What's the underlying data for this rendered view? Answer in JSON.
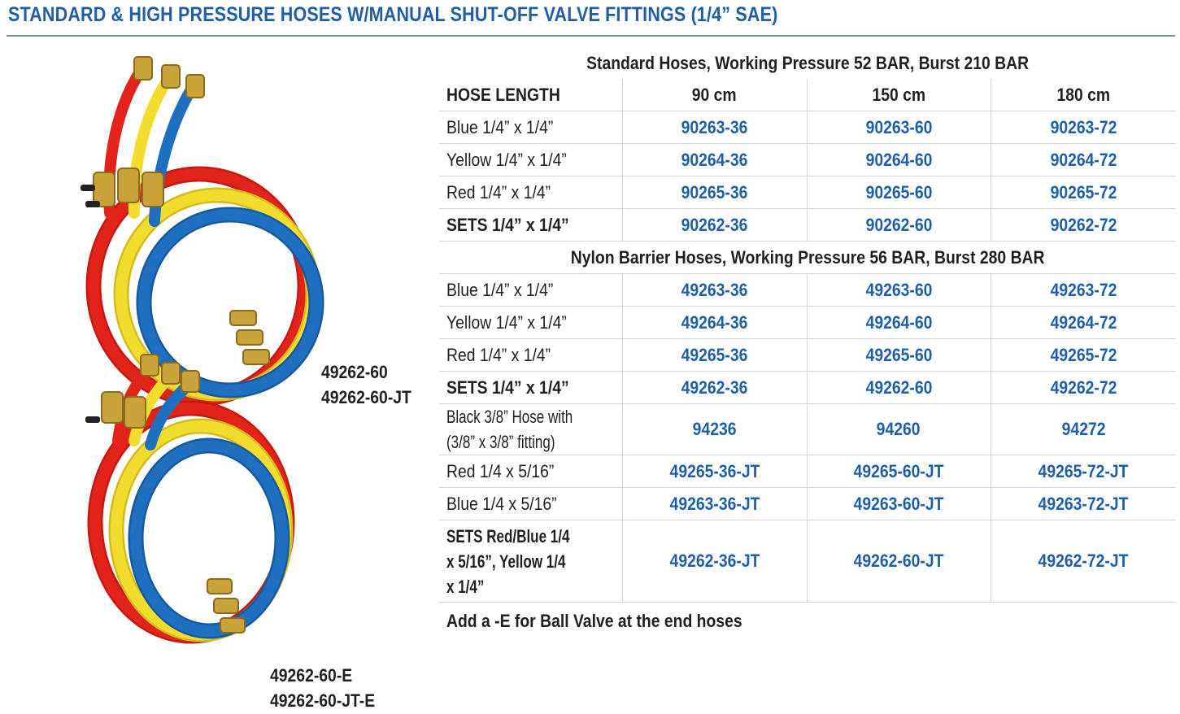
{
  "title": "STANDARD & HIGH PRESSURE HOSES W/MANUAL SHUT-OFF VALVE FITTINGS (1/4” SAE)",
  "image": {
    "upper_set_labels": [
      "49262-60",
      "49262-60-JT"
    ],
    "lower_set_labels": [
      "49262-60-E",
      "49262-60-JT-E"
    ],
    "colors": {
      "red": "#e2231a",
      "yellow": "#f2dc2e",
      "blue": "#1f6fc0",
      "brass": "#c9a23a"
    }
  },
  "table": {
    "standard_heading": "Standard Hoses, Working Pressure 52 BAR, Burst 210 BAR",
    "header": [
      "HOSE LENGTH",
      "90 cm",
      "150 cm",
      "180 cm"
    ],
    "standard_rows": [
      {
        "label": "Blue 1/4” x 1/4”",
        "values": [
          "90263-36",
          "90263-60",
          "90263-72"
        ]
      },
      {
        "label": "Yellow 1/4” x 1/4”",
        "values": [
          "90264-36",
          "90264-60",
          "90264-72"
        ]
      },
      {
        "label": "Red 1/4” x 1/4”",
        "values": [
          "90265-36",
          "90265-60",
          "90265-72"
        ]
      },
      {
        "label": "SETS 1/4” x 1/4”",
        "values": [
          "90262-36",
          "90262-60",
          "90262-72"
        ]
      }
    ],
    "nylon_heading": "Nylon Barrier Hoses, Working Pressure 56 BAR, Burst 280 BAR",
    "nylon_rows": [
      {
        "label": "Blue 1/4” x 1/4”",
        "values": [
          "49263-36",
          "49263-60",
          "49263-72"
        ]
      },
      {
        "label": "Yellow 1/4” x 1/4”",
        "values": [
          "49264-36",
          "49264-60",
          "49264-72"
        ]
      },
      {
        "label": "Red 1/4” x 1/4”",
        "values": [
          "49265-36",
          "49265-60",
          "49265-72"
        ]
      },
      {
        "label": "SETS 1/4” x 1/4”",
        "values": [
          "49262-36",
          "49262-60",
          "49262-72"
        ]
      },
      {
        "label_lines": [
          "Black 3/8” Hose with",
          "(3/8” x 3/8” fitting)"
        ],
        "values": [
          "94236",
          "94260",
          "94272"
        ]
      },
      {
        "label": "Red 1/4 x 5/16”",
        "values": [
          "49265-36-JT",
          "49265-60-JT",
          "49265-72-JT"
        ]
      },
      {
        "label": "Blue 1/4 x 5/16”",
        "values": [
          "49263-36-JT",
          "49263-60-JT",
          "49263-72-JT"
        ]
      },
      {
        "label_lines": [
          "SETS Red/Blue 1/4",
          "x 5/16”, Yellow 1/4",
          "x 1/4”"
        ],
        "values": [
          "49262-36-JT",
          "49262-60-JT",
          "49262-72-JT"
        ]
      }
    ],
    "colors": {
      "part_number": "#1f5fa8",
      "title": "#1f5fa8",
      "grid": "#d4d4d4"
    }
  },
  "footnote": "Add a -E for Ball Valve at the end hoses"
}
